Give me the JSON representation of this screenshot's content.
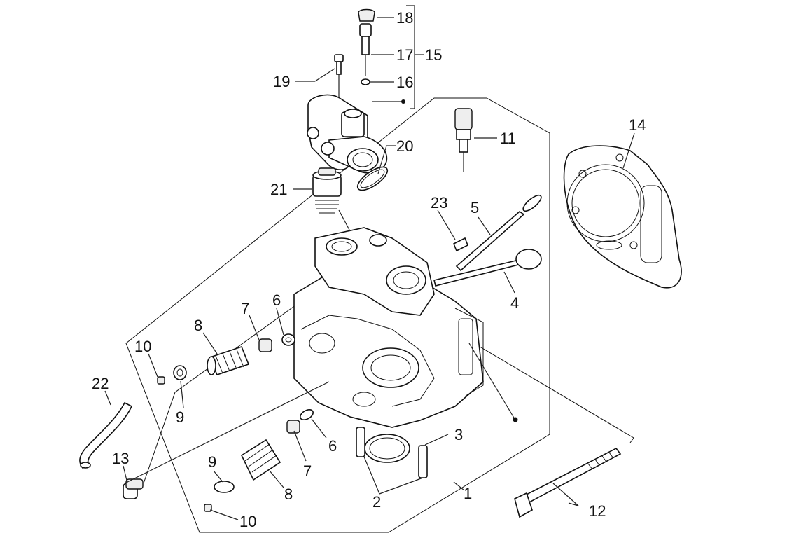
{
  "diagram": {
    "labels": {
      "l1": "1",
      "l2": "2",
      "l3": "3",
      "l4": "4",
      "l5": "5",
      "l6a": "6",
      "l6b": "6",
      "l7a": "7",
      "l7b": "7",
      "l8a": "8",
      "l8b": "8",
      "l9a": "9",
      "l9b": "9",
      "l10a": "10",
      "l10b": "10",
      "l11": "11",
      "l12": "12",
      "l13": "13",
      "l14": "14",
      "l15": "15",
      "l16": "16",
      "l17": "17",
      "l18": "18",
      "l19": "19",
      "l20": "20",
      "l21": "21",
      "l22": "22",
      "l23": "23"
    }
  }
}
